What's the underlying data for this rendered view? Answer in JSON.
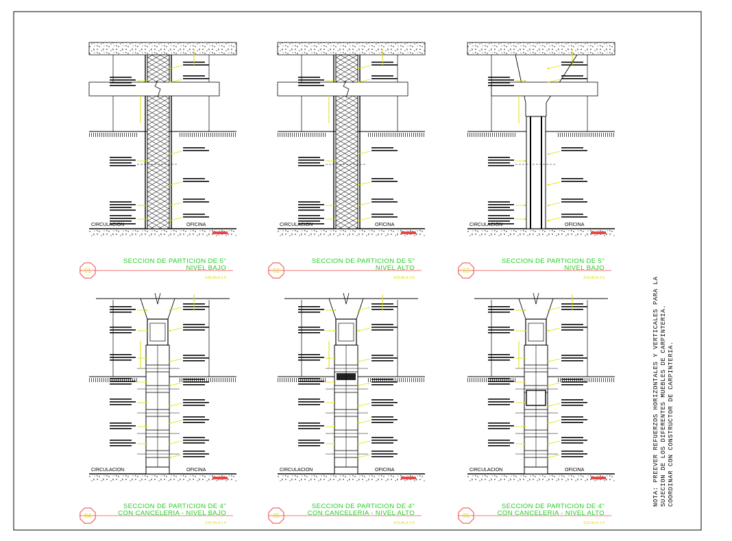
{
  "details": [
    {
      "id": "01",
      "title1": "SECCION DE PARTICION DE 5\"",
      "title2": "NIVEL BAJO",
      "scale": "ESCALA 1:5",
      "left_label": "CIRCULACION",
      "right_label": "OFICINA"
    },
    {
      "id": "02",
      "title1": "SECCION DE PARTICION DE 5\"",
      "title2": "NIVEL ALTO",
      "scale": "ESCALA 1:5",
      "left_label": "CIRCULACION",
      "right_label": "OFICINA"
    },
    {
      "id": "03",
      "title1": "SECCION DE PARTICION DE 5\"",
      "title2": "NIVEL BAJO",
      "scale": "ESCALA 1:5",
      "left_label": "CIRCULACION",
      "right_label": "OFICINA"
    },
    {
      "id": "04",
      "title1": "SECCION DE PARTICION DE 4\"",
      "title2": "CON CANCELERIA - NIVEL BAJO",
      "scale": "ESCALA 1:5",
      "left_label": "CIRCULACION",
      "right_label": "OFICINA"
    },
    {
      "id": "05",
      "title1": "SECCION DE PARTICION DE 4\"",
      "title2": "CON CANCELERIA - NIVEL ALTO",
      "scale": "ESCALA 1:5",
      "left_label": "CIRCULACION",
      "right_label": "OFICINA"
    },
    {
      "id": "06",
      "title1": "SECCION DE PARTICION DE 4\"",
      "title2": "CON CANCELERIA - NIVEL ALTO",
      "scale": "ESCALA 1:5",
      "left_label": "CIRCULACION",
      "right_label": "OFICINA"
    }
  ],
  "note": {
    "line1": "NOTA: PREEVER REFUERZOS HORIZONTALES Y VERTICALES PARA LA",
    "line2": "SUJECION DE LOS DIFERENTES MUEBLES DE CARPINTERIA.",
    "line3": "COORDINAR CON CONSTRUCTOR DE CARPINTERIA."
  },
  "colors": {
    "line": "#000000",
    "title": "#22cc22",
    "annotation": "#dddd00",
    "accent": "#ee4444",
    "insulation": "#333333"
  }
}
